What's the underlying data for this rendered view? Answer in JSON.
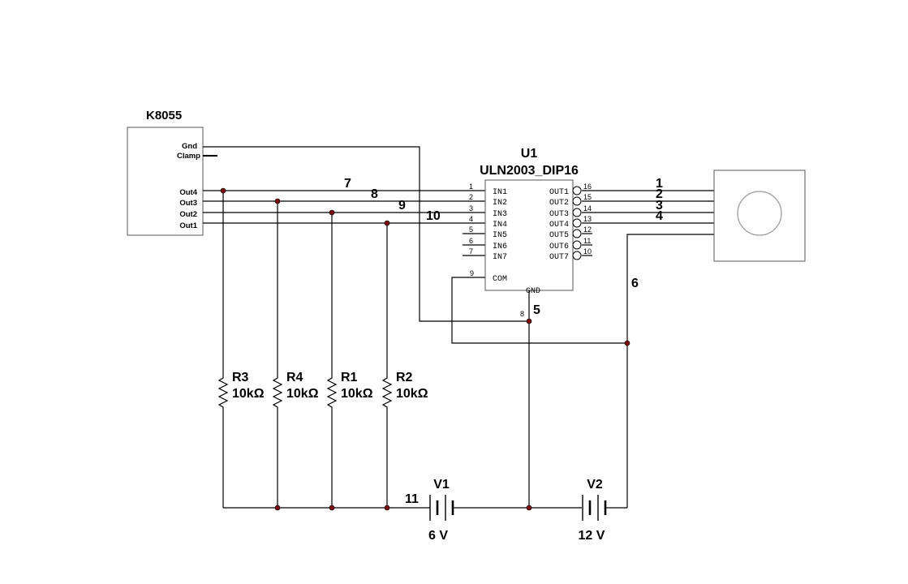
{
  "k8055": {
    "label": "K8055",
    "pins": {
      "gnd": "Gnd",
      "clamp": "Clamp",
      "out4": "Out4",
      "out3": "Out3",
      "out2": "Out2",
      "out1": "Out1"
    }
  },
  "u1": {
    "ref": "U1",
    "part": "ULN2003_DIP16",
    "inputs": [
      "IN1",
      "IN2",
      "IN3",
      "IN4",
      "IN5",
      "IN6",
      "IN7"
    ],
    "outputs": [
      "OUT1",
      "OUT2",
      "OUT3",
      "OUT4",
      "OUT5",
      "OUT6",
      "OUT7"
    ],
    "com": "COM",
    "gnd": "GND",
    "input_pin_numbers": [
      "1",
      "2",
      "3",
      "4",
      "5",
      "6",
      "7"
    ],
    "output_pin_numbers": [
      "16",
      "15",
      "14",
      "13",
      "12",
      "11",
      "10"
    ],
    "com_pin": "9",
    "gnd_pin": "8"
  },
  "nets": {
    "n7": "7",
    "n8": "8",
    "n9": "9",
    "n10": "10",
    "n1": "1",
    "n2": "2",
    "n3": "3",
    "n4": "4",
    "n5": "5",
    "n6": "6",
    "n11": "11"
  },
  "resistors": [
    {
      "ref": "R3",
      "value": "10kΩ"
    },
    {
      "ref": "R4",
      "value": "10kΩ"
    },
    {
      "ref": "R1",
      "value": "10kΩ"
    },
    {
      "ref": "R2",
      "value": "10kΩ"
    }
  ],
  "sources": {
    "v1": {
      "ref": "V1",
      "value": "6 V"
    },
    "v2": {
      "ref": "V2",
      "value": "12 V"
    }
  }
}
